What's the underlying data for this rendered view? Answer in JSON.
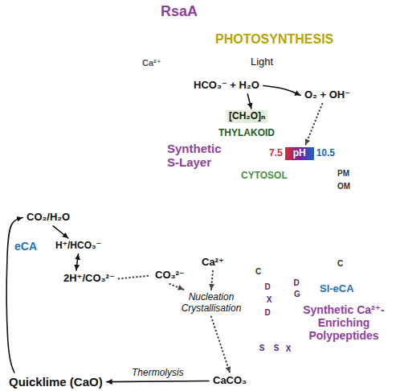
{
  "diagram": {
    "nodes": [
      {
        "text": [
          "RsaA"
        ]
      },
      {
        "text": [
          "HCO₃⁻ + H₂O"
        ]
      },
      {
        "text": [
          "O₂ + OH⁻"
        ]
      },
      {
        "text": [
          "THYLAKOID",
          "CYTOSOL"
        ]
      },
      {
        "text": [
          "[CH₂O]ₙ"
        ],
        "in": 3
      },
      {
        "text": [
          "7.5",
          "pH",
          "10.5"
        ],
        "in": 3
      },
      {
        "text": [
          "CO₂/H₂O"
        ]
      },
      {
        "text": [
          "H⁺/HCO₃⁻"
        ]
      },
      {
        "text": [
          "2H⁺/CO₃²⁻"
        ]
      },
      {
        "text": [
          "Ca²⁺"
        ]
      },
      {
        "text": [
          "CO₃²⁻"
        ]
      },
      {
        "text": [
          "Nucleation Crystallisation"
        ]
      },
      {
        "text": [
          "Synthetic Ca²⁺-Enriching Polypeptides"
        ]
      },
      {
        "text": [
          "CaCO₃"
        ]
      },
      {
        "text": [
          "Quicklime (CaO)"
        ]
      }
    ],
    "edges": [
      {
        "from": 1,
        "to": 4,
        "arrow": "to"
      },
      {
        "from": 1,
        "to": 2,
        "arrow": "to"
      },
      {
        "from": 2,
        "to": 5,
        "arrow": "to"
      },
      {
        "from": 6,
        "to": 7,
        "arrow": "to"
      },
      {
        "from": 7,
        "to": 8,
        "arrow": "both"
      },
      {
        "from": 8,
        "to": 10,
        "arrow": "none"
      },
      {
        "from": 10,
        "to": 11,
        "arrow": "to"
      },
      {
        "from": 9,
        "to": 11,
        "arrow": "to"
      },
      {
        "from": 11,
        "to": 13,
        "arrow": "to"
      },
      {
        "from": 13,
        "to": 14,
        "label": "Thermolysis",
        "arrow": "to"
      },
      {
        "from": 14,
        "to": 6,
        "arrow": "to"
      }
    ],
    "labels": [
      "PHOTOSYNTHESIS",
      "Light",
      "Ca²⁺",
      "Synthetic S-Layer",
      "PM",
      "OM",
      "eCA",
      "Sl-eCA",
      "C",
      "C",
      "D",
      "X",
      "D",
      "D",
      "G",
      "S",
      "S",
      "X"
    ]
  }
}
